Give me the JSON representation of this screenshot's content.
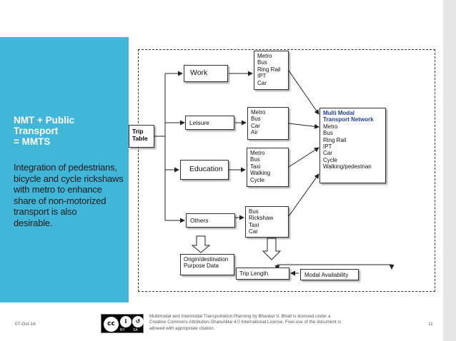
{
  "sidebar": {
    "title_lines": [
      "NMT + Public",
      "Transport",
      "= MMTS"
    ],
    "body_lines": [
      "Integration of pedestrians,",
      "bicycle and cycle rickshaws",
      "with metro to enhance",
      "share of non-motorized",
      "transport is also",
      "desirable."
    ],
    "background_color": "#41b6d8"
  },
  "diagram": {
    "trip_table": [
      "Trip",
      "Table"
    ],
    "purposes": {
      "work": "Work",
      "leisure": "Leisure",
      "education": "Education",
      "others": "Others"
    },
    "mode_lists": {
      "work": [
        "Metro",
        "Bus",
        "Ring Rail",
        "IPT",
        "Car"
      ],
      "leisure": [
        "Metro",
        "Bus",
        "Car",
        "Air"
      ],
      "education": [
        "Metro",
        "Bus",
        "Taxi",
        "Walking",
        "Cycle"
      ],
      "others": [
        "Bus",
        "Rickshaw",
        "Taxi",
        "Car"
      ]
    },
    "network": {
      "title_lines": [
        "Multi Modal",
        "Transport Network"
      ],
      "items": [
        "Metro",
        "Bus",
        "Ring Rail",
        "IPT",
        "Car",
        "Cycle",
        "Walking/pedestrian"
      ],
      "title_color": "#1f3fa0"
    },
    "origin_destination": [
      "Origin/destination",
      "Purpose Data"
    ],
    "trip_length": "Trip Length",
    "modal_availability": "Modal Availability"
  },
  "footer": {
    "date": "07-Oct-16",
    "license_lines": [
      "Multimodal and Intermodal Transportation Planning by Bhasker V. Bhatt is licensed under a",
      "Creative Commons Attribution-ShareAlike 4.0 International License. Free use of the document is",
      "allowed with appropriate citation."
    ],
    "badge": {
      "cc": "cc",
      "by_icon": "i",
      "sa_icon": "↺",
      "by": "BY",
      "sa": "SA"
    },
    "page_number": "11"
  }
}
